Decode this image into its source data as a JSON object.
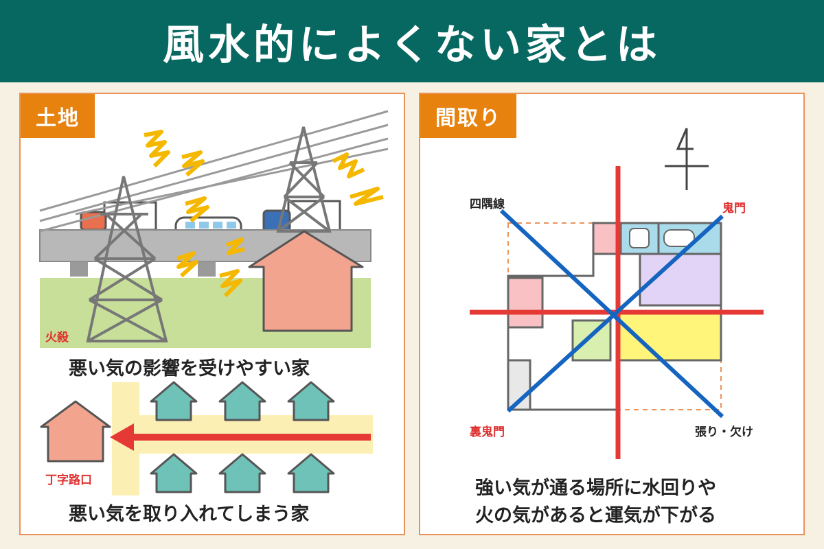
{
  "header": {
    "title": "風水的によくない家とは"
  },
  "left_panel": {
    "tag": "土地",
    "label_fire": "火殺",
    "caption_top": "悪い気の影響を受けやすい家",
    "label_t_road": "丁字路口",
    "caption_bottom": "悪い気を取り入れてしまう家"
  },
  "right_panel": {
    "tag": "間取り",
    "label_diagonal": "四隅線",
    "label_kimon": "鬼門",
    "label_ura_kimon": "裏鬼門",
    "label_hari_kake": "張り・欠け",
    "caption_line1": "強い気が通る場所に水回りや",
    "caption_line2": "火の気があると運気が下がる"
  },
  "colors": {
    "header": "#076761",
    "tag": "#e8820f",
    "border": "#e9935a",
    "house_pink": "#f2a48f",
    "house_teal": "#6fc2b8",
    "red_line": "#e53935",
    "blue_line": "#1565c0",
    "ground": "#c8df9a",
    "zigzag": "#f5b800"
  }
}
